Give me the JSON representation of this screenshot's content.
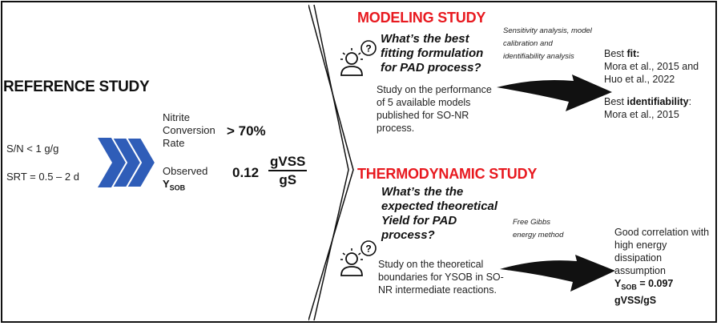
{
  "reference": {
    "title": "REFERENCE STUDY",
    "conditions": [
      "S/N < 1 g/g",
      "SRT = 0.5 – 2 d"
    ],
    "nitrite_label": [
      "Nitrite",
      "Conversion",
      "Rate"
    ],
    "nitrite_value": "> 70%",
    "yield_label": "Observed",
    "yield_symbol": "Y",
    "yield_subscript": "SOB",
    "yield_value": "0.12",
    "yield_unit_num": "gVSS",
    "yield_unit_den": "gS"
  },
  "modeling": {
    "title": "MODELING STUDY",
    "question": [
      "What’s the best",
      "fitting formulation",
      "for PAD process?"
    ],
    "method": [
      "Sensitivity analysis, model",
      "calibration and",
      "identifiability analysis"
    ],
    "description": [
      "Study on the performance",
      "of 5 available models",
      "published for SO-NR",
      "process."
    ],
    "result_fit_prefix": "Best ",
    "result_fit_bold": "fit:",
    "result_fit_refs": [
      "Mora et al., 2015 and",
      "Huo et al., 2022"
    ],
    "result_ident_prefix": "Best ",
    "result_ident_bold": "identifiability",
    "result_ident_suffix": ":",
    "result_ident_ref": "Mora et al., 2015"
  },
  "thermo": {
    "title": "THERMODYNAMIC STUDY",
    "question": [
      "What’s the the",
      "expected theoretical",
      "Yield for PAD",
      "process?"
    ],
    "method": [
      "Free Gibbs",
      "energy method"
    ],
    "description": [
      "Study on the theoretical",
      "boundaries for YSOB in SO-",
      "NR intermediate reactions."
    ],
    "result": [
      "Good correlation with",
      "high energy",
      "dissipation",
      "assumption"
    ],
    "result_symbol": "Y",
    "result_subscript": "SOB",
    "result_value": " = 0.097",
    "result_unit": "gVSS/gS"
  },
  "colors": {
    "accent_red": "#e8191f",
    "chevron_blue": "#2f5db8",
    "text": "#222222"
  },
  "icons": [
    "person-thinking-icon",
    "chevron-triple-icon",
    "curved-arrow-icon",
    "large-chevron-divider"
  ]
}
